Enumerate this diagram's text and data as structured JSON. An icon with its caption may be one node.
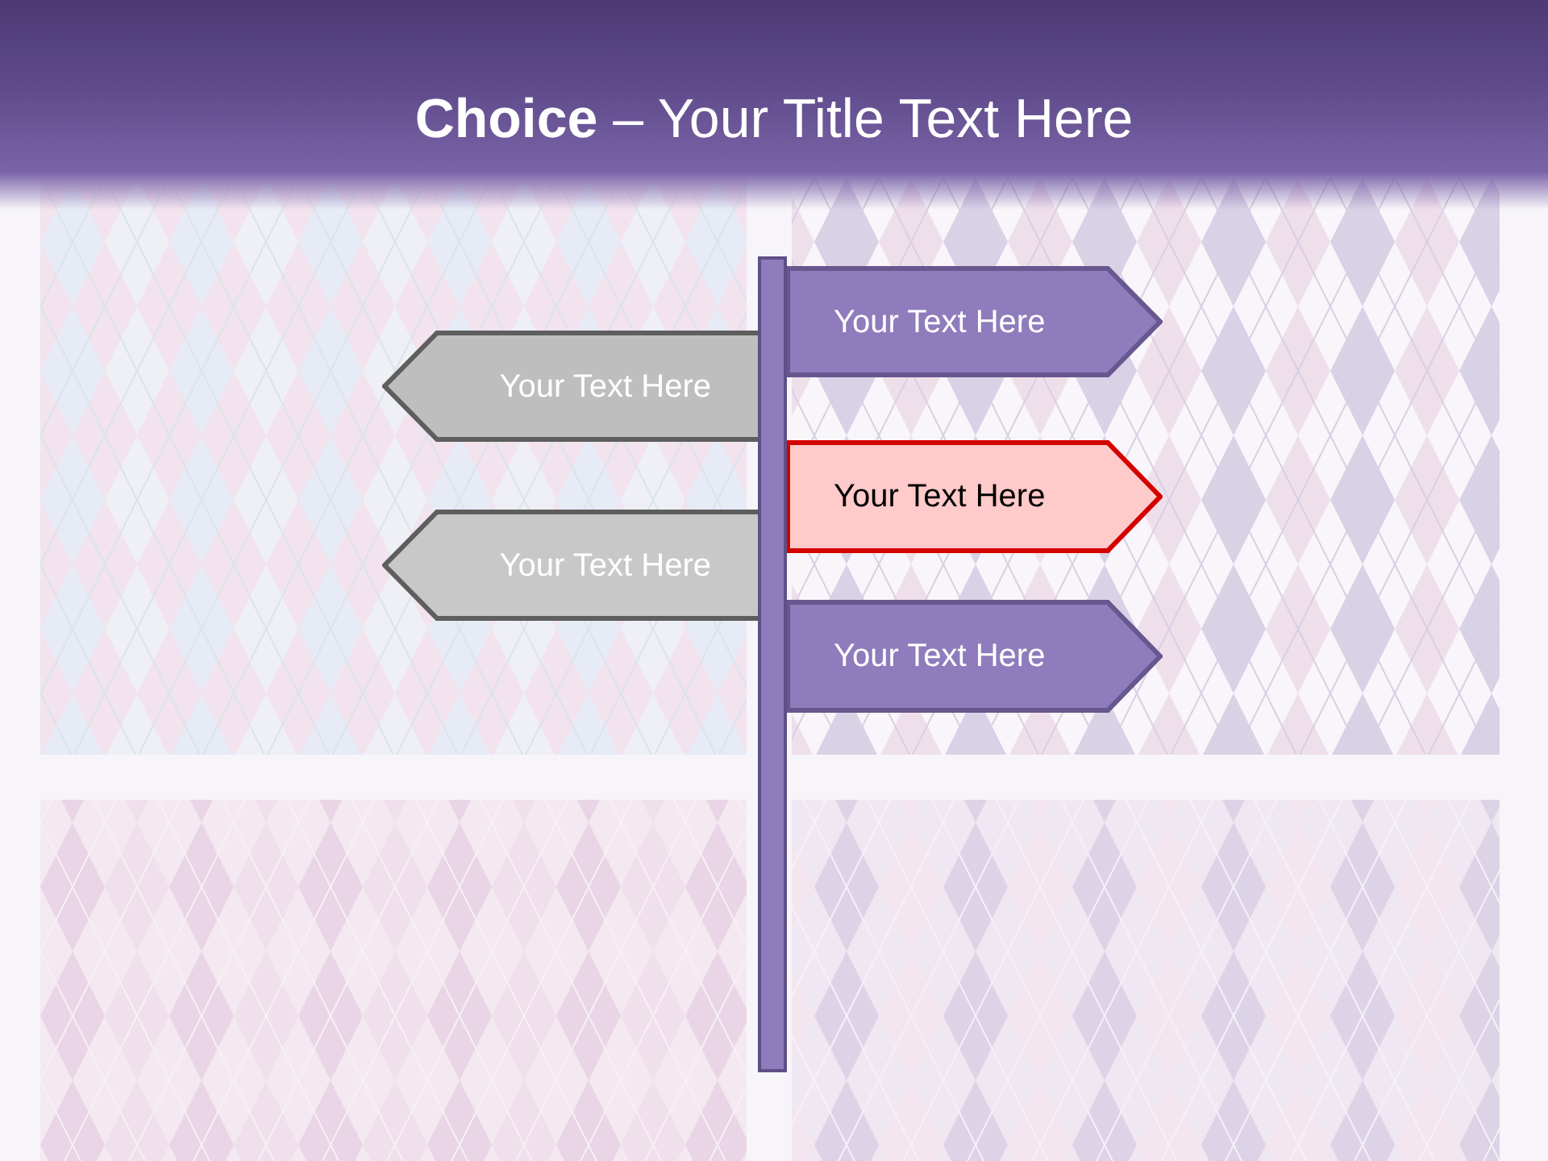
{
  "diagram": {
    "title": "**Choice** – Your Title Text Here",
    "nodes": [
      {
        "text": [],
        "shape": "bar"
      },
      {
        "text": [
          "Your Text Here"
        ]
      },
      {
        "text": [
          "Your Text Here"
        ]
      },
      {
        "text": [
          "Your Text Here"
        ]
      },
      {
        "text": [
          "Your Text Here"
        ]
      },
      {
        "text": [
          "Your Text Here"
        ]
      }
    ],
    "edges": []
  }
}
